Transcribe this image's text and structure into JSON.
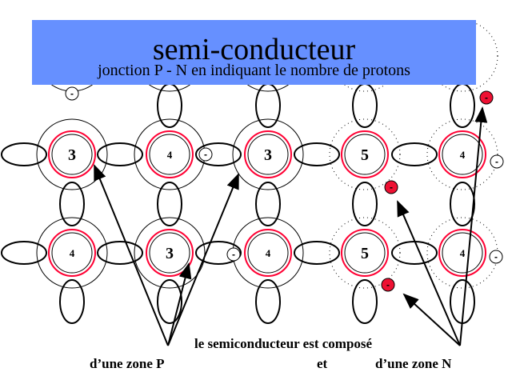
{
  "header": {
    "title": "semi-conducteur",
    "subtitle": "jonction P - N en indiquant le nombre de protons",
    "banner_color": "#6690ff"
  },
  "labels": {
    "composition": "le semiconducteur est composé",
    "zone_p": "d’une zone P",
    "and": "et",
    "zone_n": "d’une zone N"
  },
  "atoms": {
    "row1": [
      "3",
      "4",
      "3",
      "5",
      "4"
    ],
    "row2": [
      "4",
      "3",
      "4",
      "5",
      "4"
    ]
  },
  "electron_sign": "-",
  "colors": {
    "nucleus_ring": "#ff0033",
    "free_electron": "#ee1133"
  }
}
